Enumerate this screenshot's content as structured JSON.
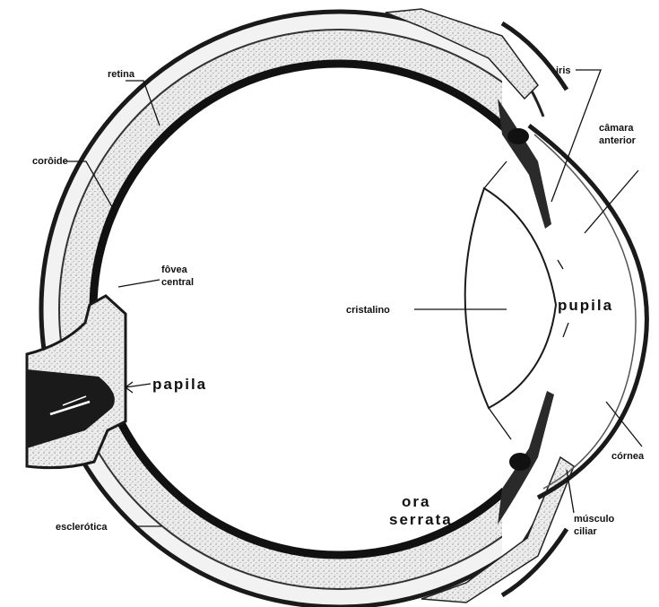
{
  "labels": {
    "retina": "retina",
    "coroide": "corôide",
    "fovea_line1": "fôvea",
    "fovea_line2": "central",
    "papila": "papila",
    "cristalino": "cristalino",
    "iris": "iris",
    "camara_line1": "câmara",
    "camara_line2": "anterior",
    "pupila": "pupila",
    "cornea": "córnea",
    "ora_line1": "ora",
    "ora_line2": "serrata",
    "musculo_line1": "músculo",
    "musculo_line2": "ciliar",
    "esclerotica": "esclerótica"
  }
}
